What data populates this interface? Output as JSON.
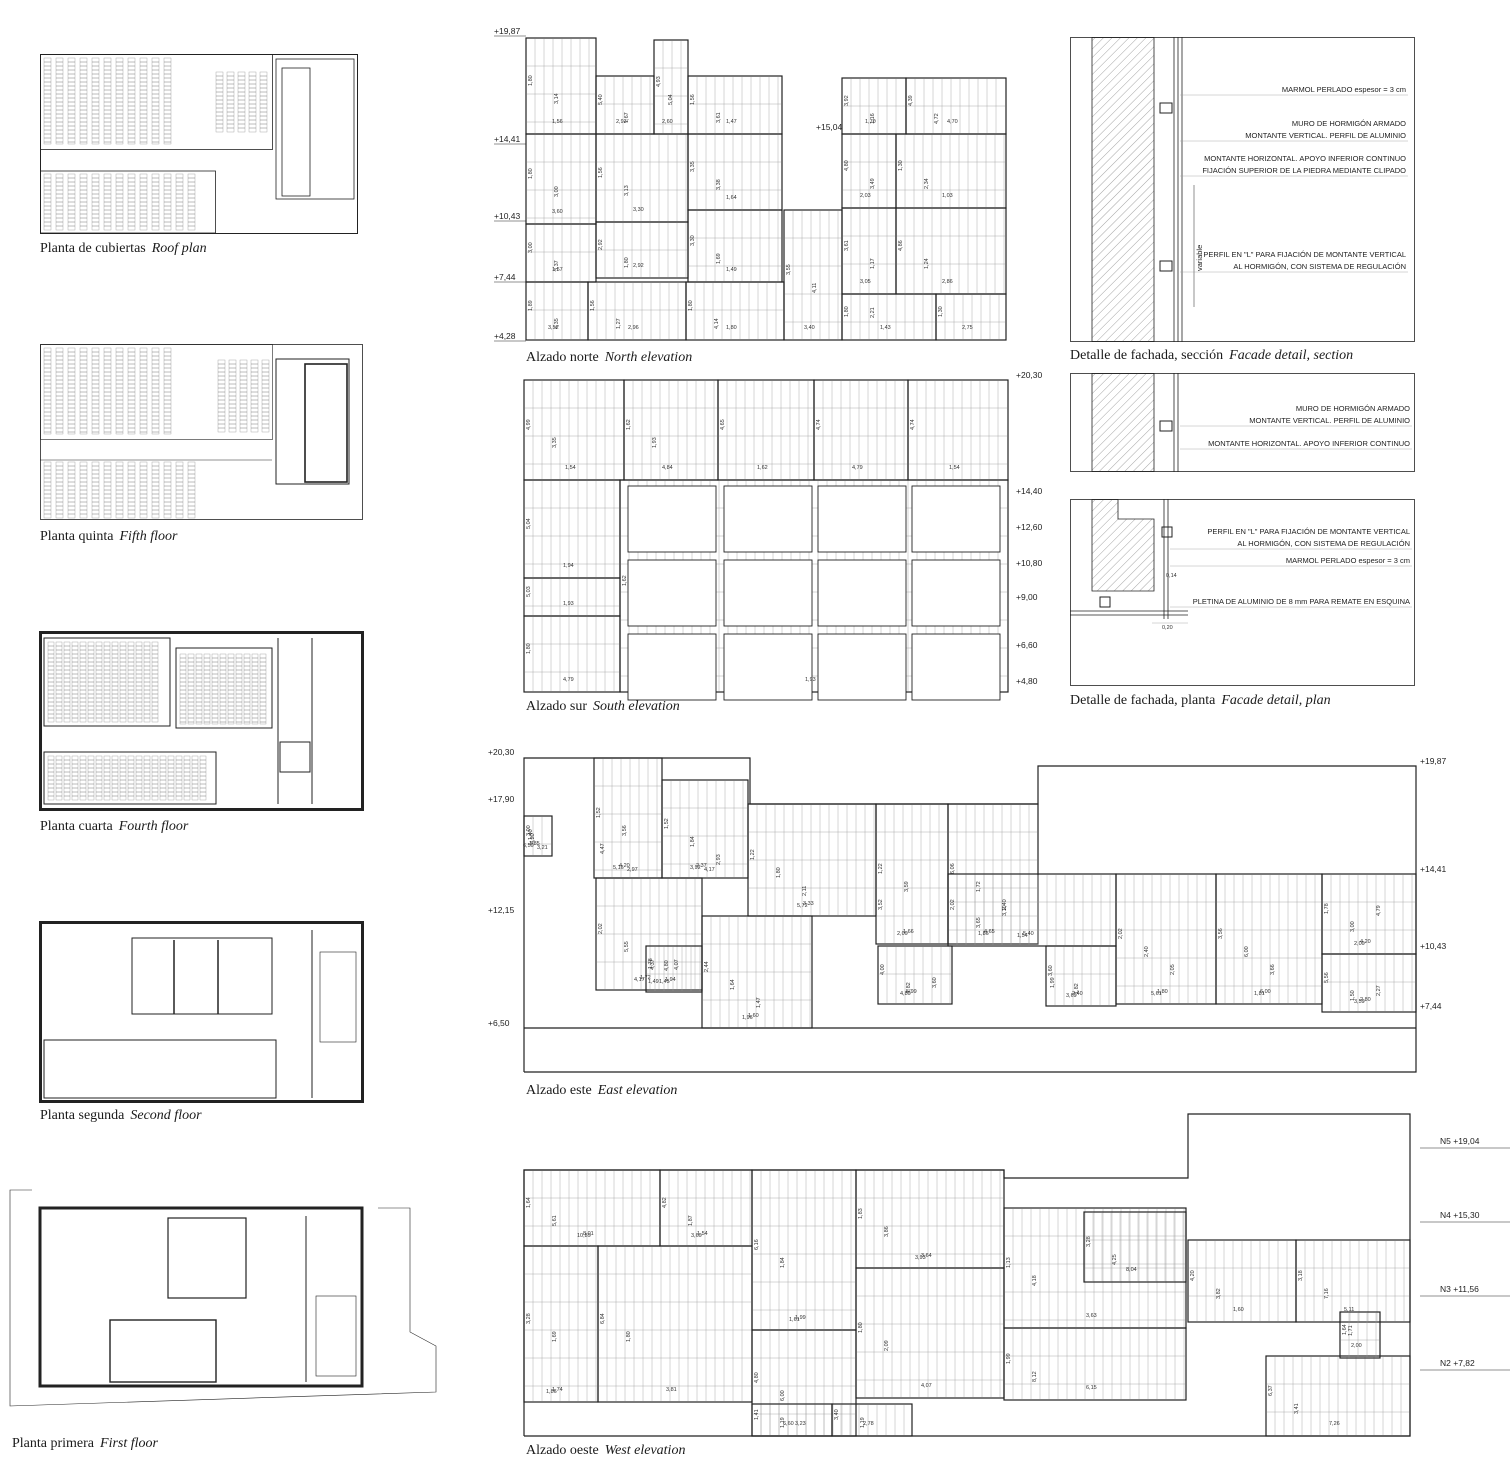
{
  "plans": [
    {
      "label_es": "Planta de cubiertas",
      "label_en": "Roof plan"
    },
    {
      "label_es": "Planta quinta",
      "label_en": "Fifth floor"
    },
    {
      "label_es": "Planta cuarta",
      "label_en": "Fourth floor"
    },
    {
      "label_es": "Planta segunda",
      "label_en": "Second floor"
    },
    {
      "label_es": "Planta primera",
      "label_en": "First floor"
    }
  ],
  "elevations": {
    "north": {
      "label_es": "Alzado norte",
      "label_en": "North elevation",
      "levels": [
        "+19,87",
        "+14,41",
        "+10,43",
        "+7,44",
        "+4,28",
        "+15,04"
      ],
      "dims": [
        "1,80",
        "5,40",
        "4,93",
        "1,56",
        "1,80",
        "1,56",
        "3,35",
        "3,00",
        "2,92",
        "3,30",
        "1,89",
        "1,56",
        "1,80",
        "3,55",
        "3,92",
        "4,39",
        "4,80",
        "1,30",
        "3,61",
        "4,86",
        "1,80",
        "1,30",
        "1,56",
        "2,93",
        "2,60",
        "1,47",
        "3,60",
        "3,30",
        "1,64",
        "1,57",
        "2,92",
        "1,49",
        "3,52",
        "2,96",
        "1,80",
        "3,40",
        "1,70",
        "4,70",
        "2,03",
        "1,03",
        "3,05",
        "2,86",
        "1,43",
        "2,75",
        "3,14",
        "1,67",
        "5,04",
        "3,61",
        "3,00",
        "3,13",
        "3,38",
        "3,37",
        "1,80",
        "1,69",
        "4,35",
        "1,27",
        "4,14",
        "4,11",
        "1,16",
        "4,72",
        "3,49",
        "2,34",
        "1,17",
        "1,24",
        "2,21"
      ]
    },
    "south": {
      "label_es": "Alzado sur",
      "label_en": "South elevation",
      "levels": [
        "+20,30",
        "+14,40",
        "+12,60",
        "+10,80",
        "+9,00",
        "+6,60",
        "+4,80"
      ],
      "dims": [
        "4,99",
        "1,62",
        "4,65",
        "4,74",
        "4,74",
        "5,04",
        "5,03",
        "1,80",
        "1,62",
        "1,54",
        "4,84",
        "1,62",
        "4,79",
        "1,54",
        "1,94",
        "1,93",
        "4,79",
        "1,93",
        "3,35",
        "1,93"
      ]
    },
    "east": {
      "label_es": "Alzado este",
      "label_en": "East elevation",
      "levels": [
        "+20,30",
        "+17,90",
        "+12,15",
        "+6,50",
        "+19,87",
        "+14,41",
        "+10,43",
        "+7,44"
      ],
      "dims": [
        "3,00",
        "1,52",
        "1,52",
        "2,02",
        "2,44",
        "1,22",
        "1,22",
        "6,06",
        "2,02",
        "3,60",
        "2,02",
        "3,56",
        "1,78",
        "4,00",
        "1,78",
        "5,56",
        "1,85",
        "4,20",
        "2,37",
        "1,72",
        "1,60",
        "3,33",
        "1,66",
        "4,65",
        "5,40",
        "2,40",
        "1,80",
        "6,00",
        "4,20",
        "5,99",
        "1,94",
        "2,80",
        "1,40",
        "3,56",
        "1,84",
        "5,55",
        "1,64",
        "1,80",
        "3,59",
        "1,72",
        "3,65",
        "1,82",
        "2,40",
        "6,00",
        "3,00",
        "1,82",
        "4,07",
        "1,50",
        "6,50",
        "5,16",
        "3,92",
        "4,17",
        "1,96",
        "5,72",
        "2,00",
        "1,86",
        "1,54",
        "3,69",
        "5,61",
        "1,81",
        "2,00",
        "4,80",
        "1,45",
        "3,59",
        "4,20",
        "4,47",
        "2,93",
        "4,37",
        "1,47",
        "2,11",
        "3,52",
        "2,40",
        "3,10",
        "1,99",
        "2,05",
        "3,66",
        "4,79",
        "3,60",
        "4,80",
        "2,27",
        "3,21",
        "2,97",
        "4,17",
        "1,49"
      ]
    },
    "west": {
      "label_es": "Alzado oeste",
      "label_en": "West elevation",
      "levels": [
        "N5 +19,04",
        "N4 +15,30",
        "N3 +11,56",
        "N2 +7,82"
      ],
      "dims": [
        "1,64",
        "4,82",
        "6,16",
        "1,83",
        "3,28",
        "6,84",
        "4,80",
        "1,80",
        "1,13",
        "1,99",
        "3,28",
        "4,20",
        "3,18",
        "6,37",
        "1,64",
        "1,41",
        "3,40",
        "8,01",
        "1,54",
        "1,99",
        "3,64",
        "1,74",
        "3,81",
        "3,23",
        "4,07",
        "3,63",
        "6,15",
        "8,04",
        "1,60",
        "5,11",
        "7,26",
        "2,00",
        "6,60",
        "2,78",
        "5,61",
        "1,87",
        "1,84",
        "3,86",
        "1,69",
        "1,80",
        "6,00",
        "2,09",
        "4,18",
        "8,12",
        "4,25",
        "3,82",
        "7,16",
        "3,41",
        "1,71",
        "1,19",
        "1,19",
        "10,89",
        "3,60",
        "1,61",
        "3,93",
        "1,86"
      ]
    }
  },
  "details": [
    {
      "label_es": "Detalle de fachada, sección",
      "label_en": "Facade detail, section",
      "notes": [
        "MARMOL PERLADO  espesor = 3 cm",
        "MURO DE HORMIGÓN ARMADO",
        "MONTANTE VERTICAL. PERFIL DE ALUMINIO",
        "MONTANTE HORIZONTAL. APOYO INFERIOR CONTINUO",
        "FIJACIÓN SUPERIOR DE LA PIEDRA MEDIANTE CLIPADO",
        "PERFIL EN \"L\" PARA FIJACIÓN DE MONTANTE VERTICAL",
        "AL HORMIGÓN, CON SISTEMA DE REGULACIÓN"
      ],
      "variable_label": "variable"
    },
    {
      "label_es": "",
      "label_en": "",
      "notes": [
        "MURO DE HORMIGÓN ARMADO",
        "MONTANTE VERTICAL. PERFIL DE ALUMINIO",
        "MONTANTE HORIZONTAL. APOYO INFERIOR CONTINUO"
      ]
    },
    {
      "label_es": "Detalle de fachada, planta",
      "label_en": "Facade detail, plan",
      "notes": [
        "PERFIL EN \"L\" PARA FIJACIÓN DE MONTANTE VERTICAL",
        "AL HORMIGÓN, CON SISTEMA DE REGULACIÓN",
        "MARMOL PERLADO  espesor = 3 cm",
        "PLETINA DE ALUMINIO DE 8 mm PARA REMATE EN ESQUINA"
      ],
      "dims": [
        "0,14",
        "0,20"
      ]
    }
  ]
}
